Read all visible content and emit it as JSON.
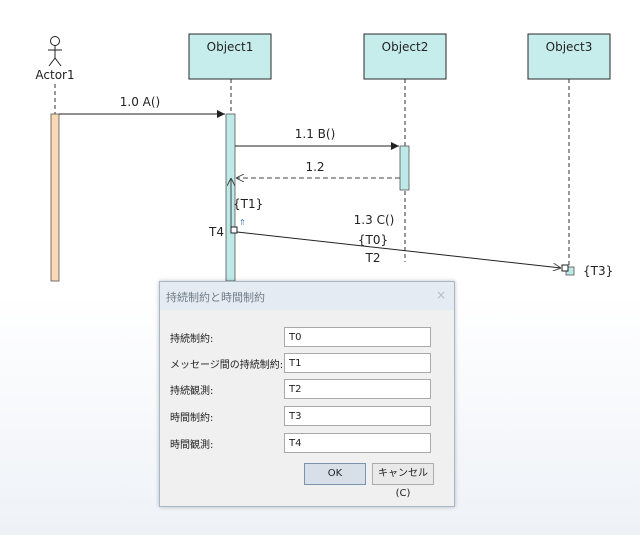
{
  "diagram": {
    "actor_label": "Actor1",
    "objects": [
      "Object1",
      "Object2",
      "Object3"
    ],
    "messages": {
      "m1": "1.0 A()",
      "m2": "1.1 B()",
      "m3": "1.2",
      "m4": "1.3 C()"
    },
    "constraints": {
      "t1": "{T1}",
      "t0": "{T0}",
      "t2": "T2",
      "t3": "{T3}",
      "t4": "T4"
    },
    "colors": {
      "object_fill": "#c7ecec",
      "activation_actor": "#f8d9b4",
      "activation_object": "#bde9e9",
      "line": "#222222"
    }
  },
  "dialog": {
    "title": "持続制約と時間制約",
    "close_glyph": "×",
    "fields": [
      {
        "label": "持続制約:",
        "value": "T0"
      },
      {
        "label": "メッセージ間の持続制約:",
        "value": "T1"
      },
      {
        "label": "持続観測:",
        "value": "T2"
      },
      {
        "label": "時間制約:",
        "value": "T3"
      },
      {
        "label": "時間観測:",
        "value": "T4"
      }
    ],
    "ok_label": "OK",
    "cancel_label": "キャンセル(C)"
  }
}
